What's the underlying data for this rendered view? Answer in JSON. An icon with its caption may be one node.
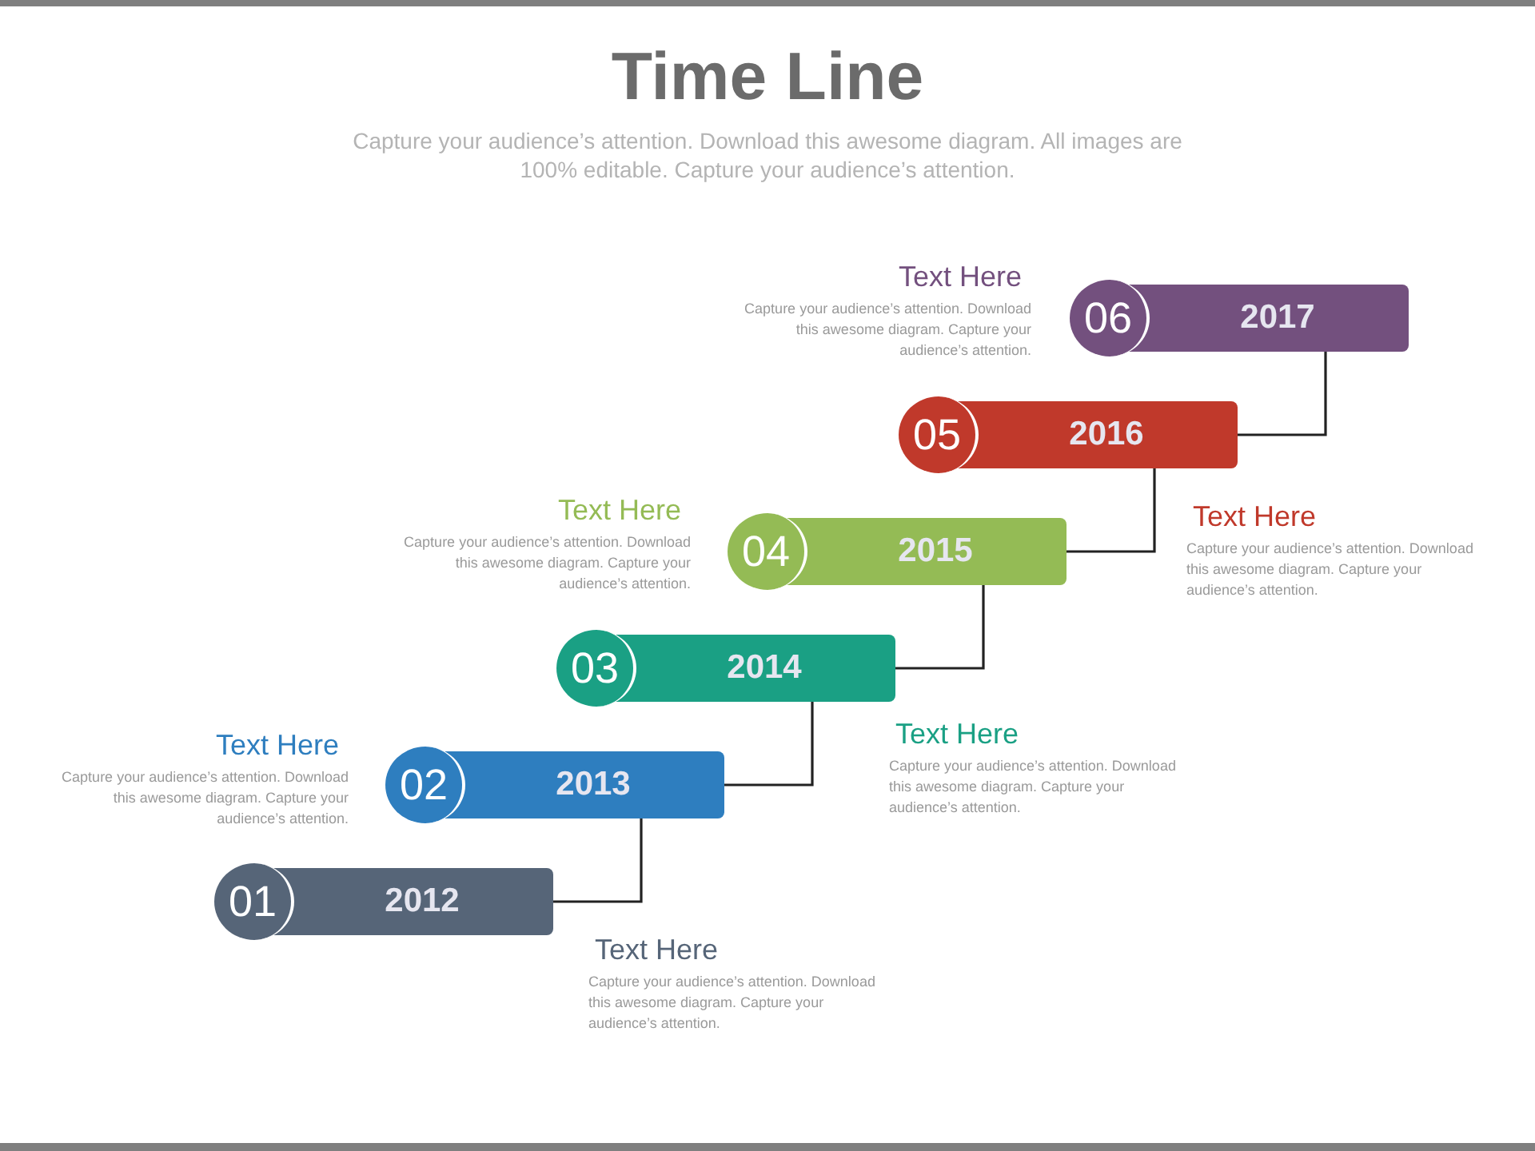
{
  "diagram": {
    "title": "Time Line",
    "caption": "Capture your audience’s attention. Download this awesome diagram. All images are 100% editable. Capture your audience’s attention.",
    "nodes": [
      {
        "text": [
          "01",
          "2012"
        ],
        "beside": [
          "Text Here",
          "Capture your audience’s attention. Download this awesome diagram. Capture your audience’s attention."
        ]
      },
      {
        "text": [
          "02",
          "2013"
        ],
        "beside": [
          "Text Here",
          "Capture your audience’s attention. Download this awesome diagram. Capture your audience’s attention."
        ]
      },
      {
        "text": [
          "03",
          "2014"
        ],
        "beside": [
          "Text Here",
          "Capture your audience’s attention. Download this awesome diagram. Capture your audience’s attention."
        ]
      },
      {
        "text": [
          "04",
          "2015"
        ],
        "beside": [
          "Text Here",
          "Capture your audience’s attention. Download this awesome diagram. Capture your audience’s attention."
        ]
      },
      {
        "text": [
          "05",
          "2016"
        ],
        "beside": [
          "Text Here",
          "Capture your audience’s attention. Download this awesome diagram. Capture your audience’s attention."
        ]
      },
      {
        "text": [
          "06",
          "2017"
        ],
        "beside": [
          "Text Here",
          "Capture your audience’s attention. Download this awesome diagram. Capture your audience’s attention."
        ]
      }
    ],
    "edges": [
      {
        "from": 0,
        "to": 1,
        "arrow": "none"
      },
      {
        "from": 1,
        "to": 2,
        "arrow": "none"
      },
      {
        "from": 2,
        "to": 3,
        "arrow": "none"
      },
      {
        "from": 3,
        "to": 4,
        "arrow": "none"
      },
      {
        "from": 4,
        "to": 5,
        "arrow": "none"
      }
    ]
  }
}
